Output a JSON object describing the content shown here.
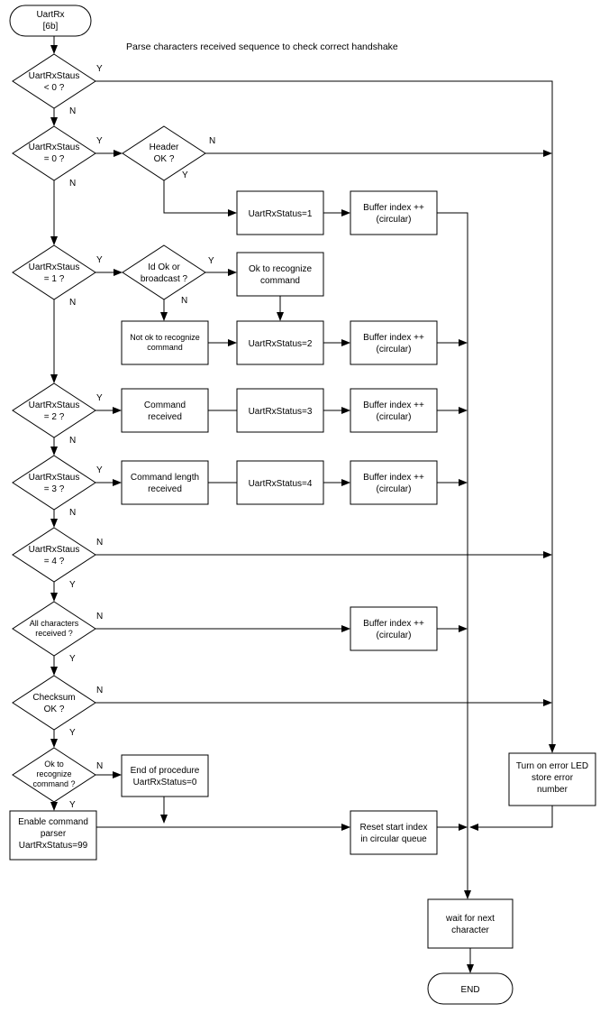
{
  "title_terminal": [
    "UartRx",
    "[6b]"
  ],
  "note": "Parse characters received sequence to check correct handshake",
  "decisions": {
    "d1": [
      "UartRxStaus",
      "< 0 ?"
    ],
    "d2": [
      "UartRxStaus",
      "= 0 ?"
    ],
    "d3": [
      "UartRxStaus",
      "= 1 ?"
    ],
    "d4": [
      "UartRxStaus",
      "= 2 ?"
    ],
    "d5": [
      "UartRxStaus",
      "= 3 ?"
    ],
    "d6": [
      "UartRxStaus",
      "= 4 ?"
    ],
    "d7": [
      "All characters",
      "received ?"
    ],
    "d8": [
      "Checksum",
      "OK ?"
    ],
    "d9": [
      "Ok to",
      "recognize",
      "command ?"
    ],
    "header_ok": [
      "Header",
      "OK ?"
    ],
    "id_ok": [
      "Id Ok or",
      "broadcast ?"
    ]
  },
  "processes": {
    "status1": [
      "UartRxStatus=1"
    ],
    "buf1": [
      "Buffer index ++",
      "(circular)"
    ],
    "ok_recognize": [
      "Ok to recognize",
      "command"
    ],
    "not_ok_recognize": [
      "Not ok to recognize",
      "command"
    ],
    "status2": [
      "UartRxStatus=2"
    ],
    "buf2": [
      "Buffer index ++",
      "(circular)"
    ],
    "cmd_received": [
      "Command",
      "received"
    ],
    "status3": [
      "UartRxStatus=3"
    ],
    "buf3": [
      "Buffer index ++",
      "(circular)"
    ],
    "cmd_len_received": [
      "Command length",
      "received"
    ],
    "status4": [
      "UartRxStatus=4"
    ],
    "buf4": [
      "Buffer index ++",
      "(circular)"
    ],
    "buf5": [
      "Buffer index ++",
      "(circular)"
    ],
    "error_led": [
      "Turn on error LED",
      "store error",
      "number"
    ],
    "end_proc": [
      "End of procedure",
      "UartRxStatus=0"
    ],
    "enable_parser": [
      "Enable command",
      "parser",
      "UartRxStatus=99"
    ],
    "reset_index": [
      "Reset start index",
      "in circular queue"
    ],
    "wait_next": [
      "wait for next",
      "character"
    ]
  },
  "end_terminal": [
    "END"
  ],
  "branch_labels": {
    "y": "Y",
    "n": "N"
  }
}
